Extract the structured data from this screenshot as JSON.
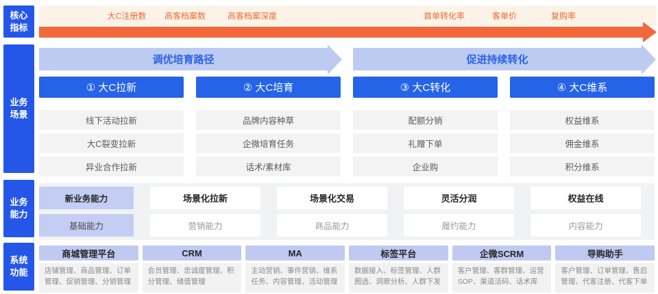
{
  "sidebar": {
    "items": [
      {
        "label": "核心\n指标"
      },
      {
        "label": "业务\n场景"
      },
      {
        "label": "业务\n能力"
      },
      {
        "label": "系统\n功能"
      }
    ]
  },
  "metrics": {
    "items": [
      "大C注册数",
      "高客档案数",
      "高客档案深度",
      "首单转化率",
      "客单价",
      "复购率"
    ]
  },
  "phases": {
    "arrows": [
      {
        "label": "调优培育路径"
      },
      {
        "label": "促进持续转化"
      }
    ]
  },
  "scenarios": {
    "columns": [
      {
        "title": "① 大C拉新",
        "items": [
          "线下活动拉新",
          "大C裂变拉新",
          "异业合作拉新"
        ]
      },
      {
        "title": "② 大C培育",
        "items": [
          "品牌内容种草",
          "企微培育任务",
          "话术/素材库"
        ]
      },
      {
        "title": "③ 大C转化",
        "items": [
          "配额分销",
          "礼赠下单",
          "企业购"
        ]
      },
      {
        "title": "④ 大C维系",
        "items": [
          "权益维系",
          "佣金维系",
          "积分维系"
        ]
      }
    ]
  },
  "capabilities": {
    "rows": [
      {
        "lead": "新业务能力",
        "items": [
          "场景化拉新",
          "场景化交易",
          "灵活分润",
          "权益在线"
        ]
      },
      {
        "lead": "基础能力",
        "items": [
          "营销能力",
          "商品能力",
          "履约能力",
          "内容能力"
        ]
      }
    ]
  },
  "systems": {
    "columns": [
      {
        "title": "商城管理平台",
        "desc": "店铺管理、商品管理、订单管理、促销管理、分销管理"
      },
      {
        "title": "CRM",
        "desc": "会员管理、忠诚度管理、积分管理、储值管理"
      },
      {
        "title": "MA",
        "desc": "主动营销、事件营销、维系任务、内容管理、活动管理"
      },
      {
        "title": "标签平台",
        "desc": "数据接入、标签管理、人群圈选、洞察分析、人群下发"
      },
      {
        "title": "企微SCRM",
        "desc": "客户管理、客群管理、运营SOP、渠道活码、话术库"
      },
      {
        "title": "导购助手",
        "desc": "客户管理、订单管理、售后管理、代客注册、代客下单"
      }
    ]
  },
  "colors": {
    "primary_blue": "#2563e9",
    "light_blue_arrow": "#bdcbf2",
    "periwinkle": "#c4cef4",
    "orange": "#f2683a",
    "cream_band": "#fcf3e8",
    "box_gray": "#f3f3f3",
    "panel_gray": "#f1f2f4"
  }
}
